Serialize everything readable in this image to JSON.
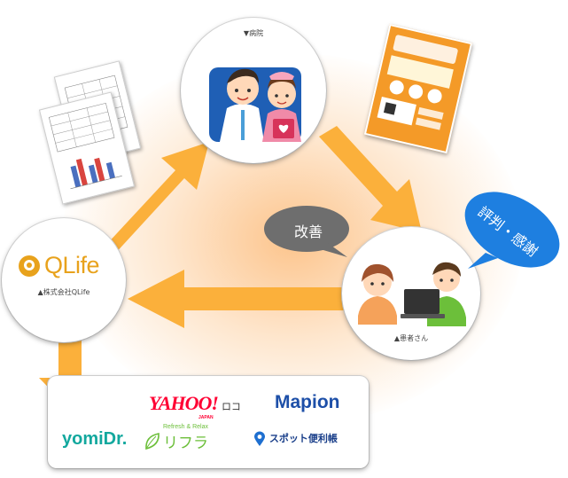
{
  "nodes": {
    "hospital": {
      "caption": "▼病院"
    },
    "qlife": {
      "logo_text": "QLife",
      "caption": "▲株式会社QLife"
    },
    "patient": {
      "caption": "▲患者さん"
    }
  },
  "bubbles": {
    "kaizen": "改善",
    "review": "評判・感謝"
  },
  "sites": {
    "yahoo": {
      "logo": "YAHOO!",
      "japan": "JAPAN",
      "suffix": "ロコ"
    },
    "mapion": "Mapion",
    "yomidr": "yomiDr.",
    "refrain": {
      "tagline": "Refresh & Relax",
      "name": "リフラ"
    },
    "spot": "スポット便利帳"
  },
  "colors": {
    "arrow": "#fbb03b",
    "glow": "#fcba78",
    "kaizen_bubble": "#6e6e6e",
    "review_bubble": "#1e7fe0",
    "qlife": "#e8a21c",
    "yahoo": "#ff0033",
    "mapion": "#1d4fa8",
    "yomidr": "#13a89e",
    "refrain": "#6cbf3a"
  }
}
